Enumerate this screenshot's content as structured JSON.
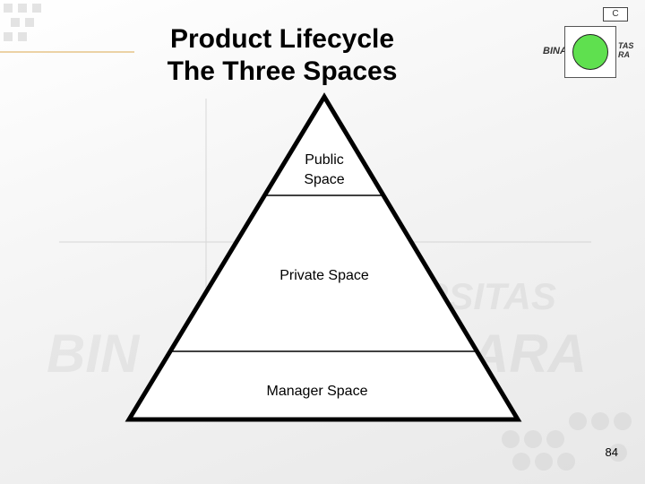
{
  "slide": {
    "title_line1": "Product Lifecycle",
    "title_line2": "The Three Spaces",
    "page_number": "84"
  },
  "pyramid": {
    "layers": [
      {
        "lines": [
          "Public",
          "Space"
        ]
      },
      {
        "lines": [
          "Private Space"
        ]
      },
      {
        "lines": [
          "Manager Space"
        ]
      }
    ]
  },
  "logo": {
    "left_text": "BINA",
    "right_text_line1": "TAS",
    "right_text_line2": "RA",
    "circle_color": "#5fe04f",
    "icon_text": "C"
  },
  "watermark": {
    "line1": "RSITAS",
    "line2": "BIN",
    "line3": "ARA"
  }
}
